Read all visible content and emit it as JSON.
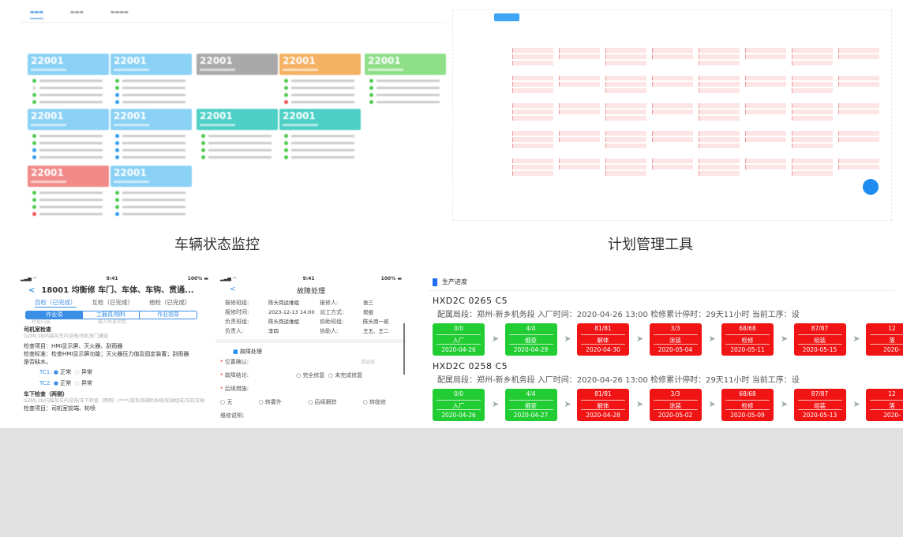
{
  "captions": {
    "status_monitor": "车辆状态监控",
    "plan_tool": "计划管理工具"
  },
  "status_monitor": {
    "card_number": "22001",
    "colors": {
      "blue": "#8ad1f5",
      "gray": "#a9a9a9",
      "orange": "#f5b163",
      "green": "#8edf88",
      "teal": "#4dcfc6",
      "red": "#f28a8a"
    }
  },
  "phone_inspection": {
    "time": "9:41",
    "battery": "100%",
    "title": "18001 均衡修 车门、车体、车钩、贯通...",
    "tabs": [
      "自检（已完成）",
      "互检（已完成）",
      "他检（已完成）"
    ],
    "segments": [
      "作业项",
      "工器具/物料",
      "作业指导"
    ],
    "filter_label": "检查内容",
    "filter_placeholder": "输入检查项目",
    "section1_title": "司机室检查",
    "section1_path": "GZML18/内装及车内设施/司机室门通道",
    "item_label": "检查项目：HMI显示屏、灭火器、刮雨器",
    "standard_label": "检查标准：检查HMI显示屏功能；灭火器压力值及固定装置；刮雨器是否缺水。",
    "tc1": "TC1:",
    "tc2": "TC2:",
    "normal": "正常",
    "abnormal": "异常",
    "section2_title": "车下检查（两侧）",
    "section2_path": "GZML18/内装及车内设施/车下检查（两侧）/****/架及其辅助系统/轮轴组成/车轮车轴",
    "item2_label": "检查项目：司机室前端、轮喷"
  },
  "phone_fault": {
    "time": "9:41",
    "battery": "100%",
    "title": "故障处理",
    "fields": [
      [
        "报修班组:",
        "陈头岗运维组",
        "报修人:",
        "张三"
      ],
      [
        "报修时间:",
        "2023-12-13 14:00",
        "派工方式:",
        "班组"
      ],
      [
        "负责班组:",
        "陈头岗运维组",
        "协助班组:",
        "陈头岗一班"
      ],
      [
        "负责人:",
        "李四",
        "协助人:",
        "王五、王二"
      ]
    ],
    "section": "故障处理",
    "location_label": "位置确认:",
    "location_placeholder": "请选择",
    "conclusion_label": "故障结论:",
    "conclusion_opts": [
      "完全修复",
      "未完成修复"
    ],
    "measure_label": "后续措施:",
    "measure_opts": [
      "无",
      "转委外",
      "后续跟踪",
      "转临修"
    ],
    "desc_label": "维修说明:"
  },
  "progress": {
    "title": "生产进度",
    "accent": "#1e6cf0",
    "cars": [
      {
        "name": "HXD2C 0265 C5",
        "info": "配属局段：郑州-新乡机务段    入厂时间：2020-04-26 13:00    检修累计停时：29天11小时    当前工序：设",
        "stages": [
          [
            "0/0",
            "入厂",
            "2020-04-26",
            "green"
          ],
          [
            "4/4",
            "细查",
            "2020-04-29",
            "green"
          ],
          [
            "81/81",
            "解体",
            "2020-04-30",
            "red"
          ],
          [
            "3/3",
            "涂装",
            "2020-05-04",
            "red"
          ],
          [
            "68/68",
            "检修",
            "2020-05-11",
            "red"
          ],
          [
            "87/87",
            "组装",
            "2020-05-15",
            "red"
          ],
          [
            "12",
            "落",
            "2020-",
            "red"
          ]
        ]
      },
      {
        "name": "HXD2C 0258 C5",
        "info": "配属局段：郑州-新乡机务段    入厂时间：2020-04-26 13:00    检修累计停时：29天11小时    当前工序：设",
        "stages": [
          [
            "0/0",
            "入厂",
            "2020-04-26",
            "green"
          ],
          [
            "4/4",
            "细查",
            "2020-04-27",
            "green"
          ],
          [
            "81/81",
            "解体",
            "2020-04-28",
            "red"
          ],
          [
            "3/3",
            "涂装",
            "2020-05-02",
            "red"
          ],
          [
            "68/68",
            "检修",
            "2020-05-09",
            "red"
          ],
          [
            "87/87",
            "组装",
            "2020-05-13",
            "red"
          ],
          [
            "12",
            "落",
            "2020-",
            "red"
          ]
        ]
      }
    ]
  }
}
